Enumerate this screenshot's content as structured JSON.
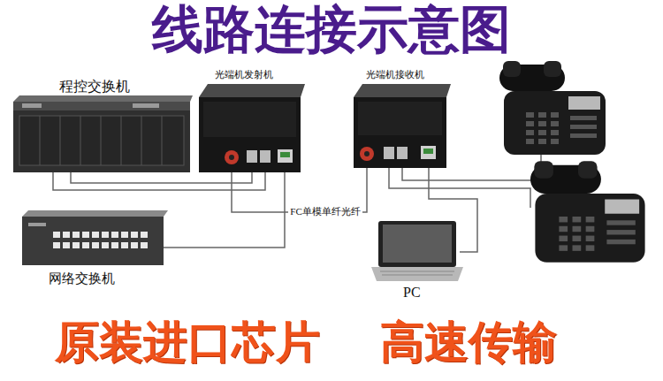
{
  "diagram": {
    "title": "线路连接示意图",
    "nodes": [
      {
        "text": [
          "程控交换机"
        ]
      },
      {
        "text": [
          "光端机发射机"
        ]
      },
      {
        "text": [
          "光端机接收机"
        ]
      },
      {
        "text": [
          "网络交换机"
        ]
      },
      {
        "text": [
          "PC"
        ]
      }
    ],
    "edges": [
      {
        "from": 0,
        "to": 1,
        "arrow": "none"
      },
      {
        "from": 0,
        "to": 1,
        "arrow": "none"
      },
      {
        "from": 3,
        "to": 1,
        "arrow": "none"
      },
      {
        "from": 1,
        "to": 2,
        "label": "FC单模单纤光纤",
        "arrow": "none"
      },
      {
        "from": 2,
        "to": 4,
        "arrow": "none"
      }
    ],
    "labels": [
      "原装进口芯片",
      "高速传输"
    ]
  }
}
